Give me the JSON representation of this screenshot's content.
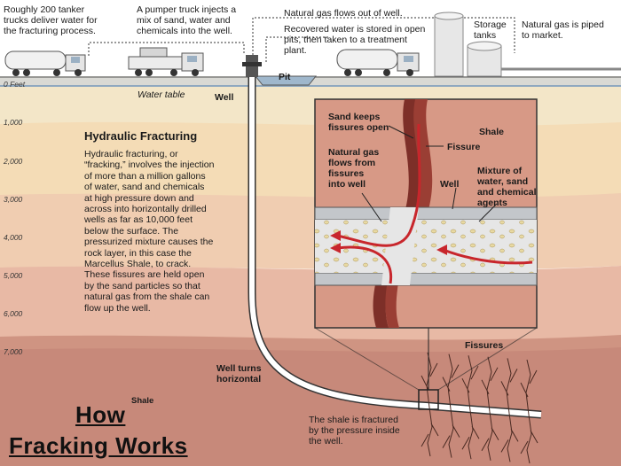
{
  "captions": {
    "tankers": [
      "Roughly 200 tanker",
      "trucks deliver water for",
      "the fracturing process."
    ],
    "pumper": [
      "A pumper truck injects a",
      "mix of sand, water and",
      "chemicals into the well."
    ],
    "gas_out": "Natural gas flows out of well.",
    "recovered": [
      "Recovered water is stored in open",
      "pits, then taken to a treatment",
      "plant."
    ],
    "storage": [
      "Storage",
      "tanks"
    ],
    "piped": [
      "Natural gas is piped",
      "to market."
    ],
    "pit": "Pit",
    "water_table": "Water table",
    "well": "Well",
    "well_turns": [
      "Well turns",
      "horizontal"
    ],
    "fissures": "Fissures",
    "fractured": [
      "The shale is fractured",
      "by the pressure inside",
      "the well."
    ],
    "shale_bottom": "Shale"
  },
  "depths": [
    "0 Feet",
    "1,000",
    "2,000",
    "3,000",
    "4,000",
    "5,000",
    "6,000",
    "7,000"
  ],
  "explainer": {
    "heading": "Hydraulic Fracturing",
    "body": [
      "Hydraulic fracturing, or",
      "“fracking,” involves the injection",
      "of more than a million gallons",
      "of water, sand and chemicals",
      "at high pressure down and",
      "across into horizontally drilled",
      "wells as far as 10,000 feet",
      "below the surface. The",
      "pressurized mixture causes the",
      "rock layer, in this case the",
      "Marcellus Shale, to crack.",
      "These fissures are held open",
      "by the sand particles so that",
      "natural gas from the shale can",
      "flow up the well."
    ]
  },
  "inset": {
    "sand_keeps": [
      "Sand keeps",
      "fissures open"
    ],
    "shale": "Shale",
    "fissure": "Fissure",
    "nat_gas": [
      "Natural gas",
      "flows from",
      "fissures",
      "into well"
    ],
    "well": "Well",
    "mixture": [
      "Mixture of",
      "water, sand",
      "and chemical",
      "agents"
    ]
  },
  "title": {
    "line1": "How",
    "line2": "Fracking Works"
  },
  "colors": {
    "sky": "#ffffff",
    "ground_surface": "#dcdcd8",
    "layer_1": "#f2e2c2",
    "layer_2": "#f3dcb8",
    "layer_3": "#f0cfb0",
    "layer_4": "#e9bca6",
    "layer_5": "#e0aa98",
    "shale": "#c98e7e",
    "inset_bg": "#d69885",
    "pipe": "#bfc3c7",
    "fissure": "#7a2c26",
    "arrow": "#c8262c",
    "sand": "#efe2a6"
  }
}
